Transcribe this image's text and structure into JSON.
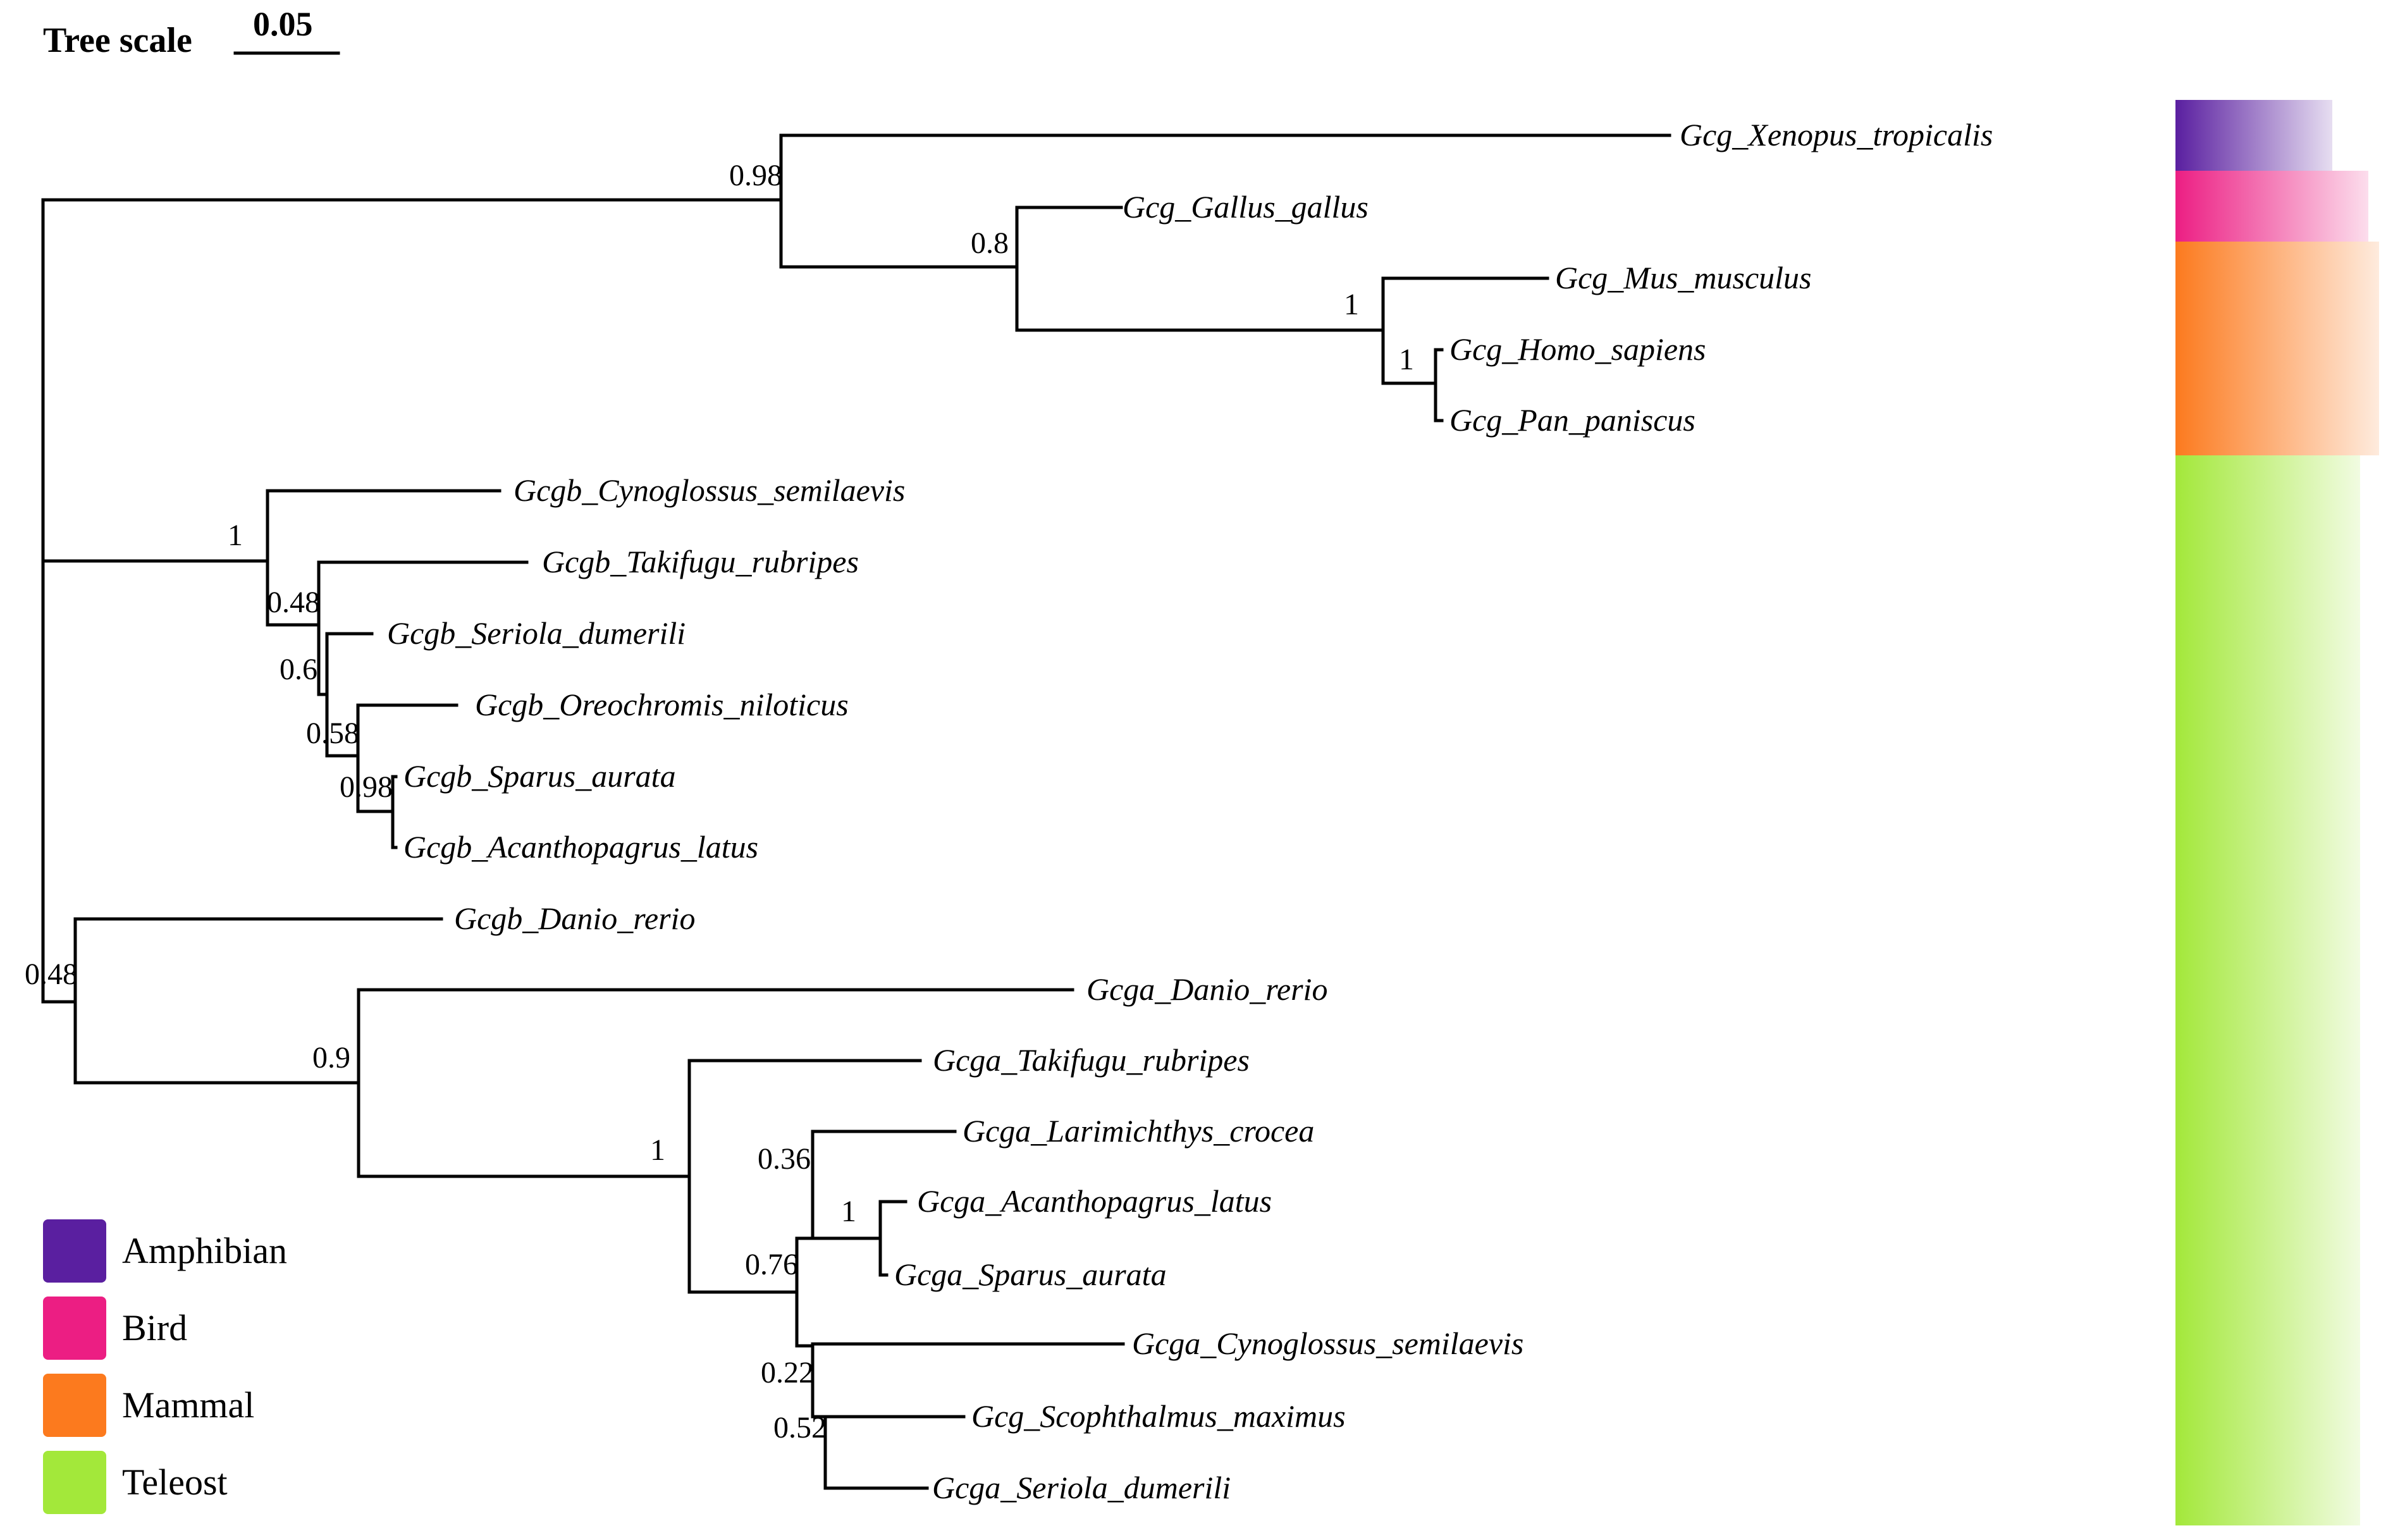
{
  "scale": {
    "title": "Tree scale",
    "value": "0.05"
  },
  "leaves": [
    "Gcg_Xenopus_tropicalis",
    "Gcg_Gallus_gallus",
    "Gcg_Mus_musculus",
    "Gcg_Homo_sapiens",
    "Gcg_Pan_paniscus",
    "Gcgb_Cynoglossus_semilaevis",
    "Gcgb_Takifugu_rubripes",
    "Gcgb_Seriola_dumerili",
    "Gcgb_Oreochromis_niloticus",
    "Gcgb_Sparus_aurata",
    "Gcgb_Acanthopagrus_latus",
    "Gcgb_Danio_rerio",
    "Gcga_Danio_rerio",
    "Gcga_Takifugu_rubripes",
    "Gcga_Larimichthys_crocea",
    "Gcga_Acanthopagrus_latus",
    "Gcga_Sparus_aurata",
    "Gcga_Cynoglossus_semilaevis",
    "Gcg_Scophthalmus_maximus",
    "Gcga_Seriola_dumerili"
  ],
  "supports": [
    "0.98",
    "0.8",
    "1",
    "1",
    "1",
    "0.48",
    "0.6",
    "0.58",
    "0.98",
    "0.48",
    "0.9",
    "1",
    "0.36",
    "1",
    "0.76",
    "0.22",
    "0.52"
  ],
  "legend": [
    {
      "label": "Amphibian",
      "color": "#5a1fa0"
    },
    {
      "label": "Bird",
      "color": "#ec1e83"
    },
    {
      "label": "Mammal",
      "color": "#fc7a1e"
    },
    {
      "label": "Teleost",
      "color": "#a3e83a"
    }
  ]
}
